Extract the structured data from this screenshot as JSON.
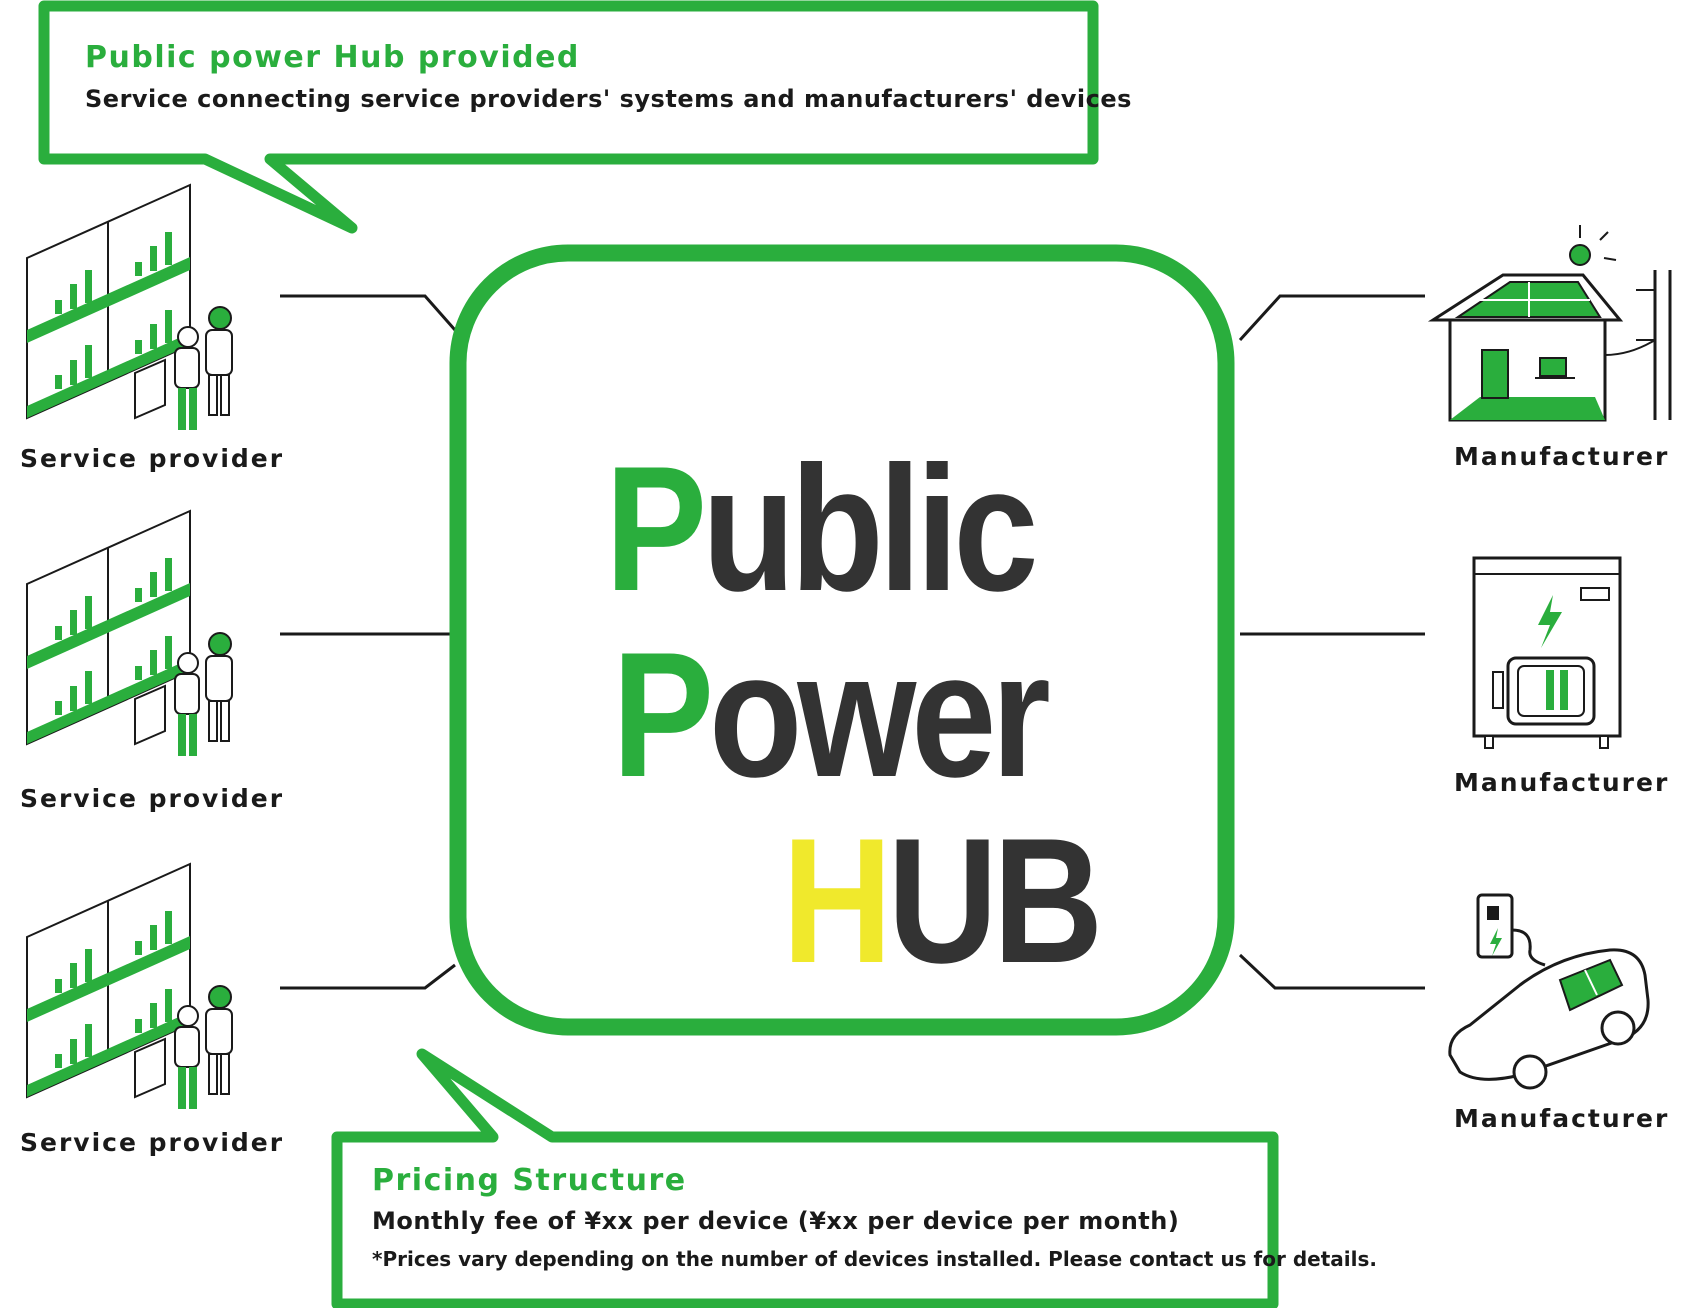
{
  "callout_top": {
    "title": "Public power Hub provided",
    "subtitle": "Service connecting service providers' systems and manufacturers' devices"
  },
  "callout_bottom": {
    "title": "Pricing Structure",
    "subtitle": "Monthly fee of ¥xx per device (¥xx per device per month)",
    "note": "*Prices vary depending on the number of devices installed. Please contact us for details."
  },
  "hub": {
    "line1": {
      "initial": "P",
      "rest": "ublic"
    },
    "line2": {
      "initial": "P",
      "rest": "ower"
    },
    "line3": {
      "initial": "H",
      "rest": "UB"
    }
  },
  "left_nodes": [
    {
      "label": "Service provider",
      "icon": "service-provider-icon"
    },
    {
      "label": "Service provider",
      "icon": "service-provider-icon"
    },
    {
      "label": "Service provider",
      "icon": "service-provider-icon"
    }
  ],
  "right_nodes": [
    {
      "label": "Manufacturer",
      "icon": "house-solar-icon"
    },
    {
      "label": "Manufacturer",
      "icon": "battery-storage-icon"
    },
    {
      "label": "Manufacturer",
      "icon": "electric-vehicle-icon"
    }
  ],
  "colors": {
    "green": "#2aae3d",
    "yellow": "#f0e92c",
    "dark": "#333333"
  }
}
